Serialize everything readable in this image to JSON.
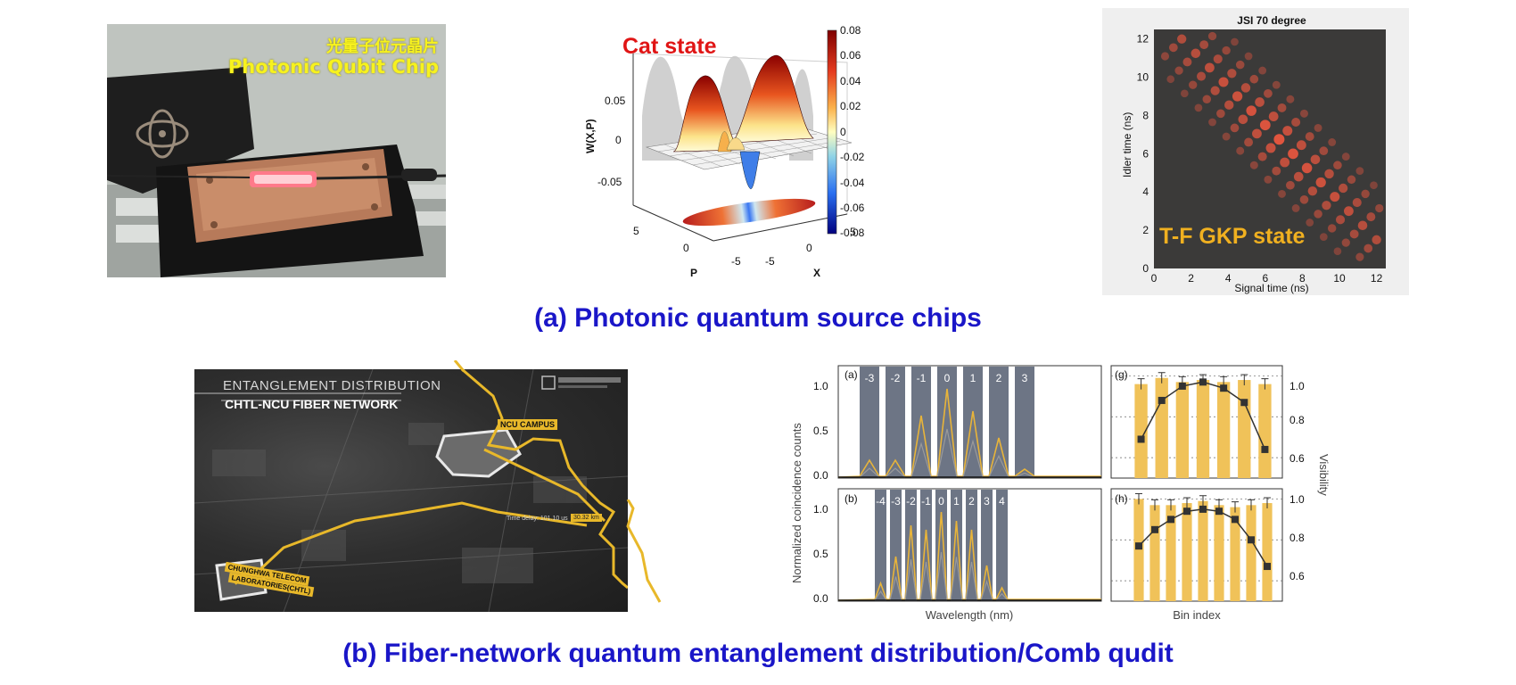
{
  "panel_a": {
    "chip_label_cn": "光量子位元晶片",
    "chip_label_en": "Photonic Qubit Chip",
    "cat": {
      "title": "Cat state",
      "z_label": "W(X,P)",
      "z_ticks": [
        "0.05",
        "0",
        "-0.05"
      ],
      "p_label": "P",
      "x_label": "X",
      "p_ticks": [
        "5",
        "0",
        "-5"
      ],
      "x_ticks": [
        "-5",
        "0",
        "5"
      ],
      "colorbar_ticks": [
        "0.08",
        "0.06",
        "0.04",
        "0.02",
        "0",
        "-0.02",
        "-0.04",
        "-0.06",
        "-0.08"
      ]
    },
    "jsi": {
      "title": "JSI 70 degree",
      "ylabel": "Idler time (ns)",
      "xlabel": "Signal time (ns)",
      "ticks": [
        "0",
        "2",
        "4",
        "6",
        "8",
        "10",
        "12"
      ],
      "overlay_label": "T-F GKP state"
    },
    "caption": "(a) Photonic quantum source chips"
  },
  "panel_b": {
    "map": {
      "heading": "ENTANGLEMENT DISTRIBUTION",
      "subheading": "CHTL-NCU FIBER NETWORK",
      "ncu_label": "NCU CAMPUS",
      "chtl_label_1": "CHUNGHWA TELECOM",
      "chtl_label_2": "LABORATORIES(CHTL)",
      "delay_label": "Time delay: 101.10 us",
      "distance_label": "30.32 km"
    },
    "spectrum": {
      "ylabel": "Normalized coincidence counts",
      "xlabel": "Wavelength (nm)",
      "y_ticks": [
        "1.0",
        "0.5",
        "0.0"
      ],
      "top_tag": "(a)",
      "bottom_tag": "(b)",
      "top_bins": [
        "-3",
        "-2",
        "-1",
        "0",
        "1",
        "2",
        "3"
      ],
      "bottom_bins": [
        "-4",
        "-3",
        "-2",
        "-1",
        "0",
        "1",
        "2",
        "3",
        "4"
      ]
    },
    "visibility": {
      "ylabel": "Visibility",
      "xlabel": "Bin index",
      "y_ticks": [
        "1.0",
        "0.8",
        "0.6"
      ],
      "top_tag": "(g)",
      "bottom_tag": "(h)"
    },
    "caption": "(b) Fiber-network quantum entanglement distribution/Comb qudit"
  },
  "chart_data": [
    {
      "type": "bar",
      "title": "",
      "xlabel": "",
      "ylabel": "Visibility",
      "categories": [
        "-3",
        "-2",
        "-1",
        "0",
        "1",
        "2",
        "3"
      ],
      "series": [
        {
          "values": [
            0.96,
            0.99,
            0.97,
            0.98,
            0.97,
            0.98,
            0.96
          ]
        },
        {
          "values": [
            0.69,
            0.88,
            0.95,
            0.97,
            0.94,
            0.87,
            0.64
          ]
        }
      ],
      "ylim": [
        0.5,
        1.05
      ]
    },
    {
      "type": "bar",
      "title": "",
      "xlabel": "Bin index",
      "ylabel": "Visibility",
      "categories": [
        "-4",
        "-3",
        "-2",
        "-1",
        "0",
        "1",
        "2",
        "3",
        "4"
      ],
      "series": [
        {
          "values": [
            1.0,
            0.97,
            0.97,
            0.98,
            0.99,
            0.97,
            0.96,
            0.97,
            0.98
          ]
        },
        {
          "values": [
            0.77,
            0.85,
            0.9,
            0.94,
            0.95,
            0.94,
            0.9,
            0.8,
            0.67
          ]
        }
      ],
      "ylim": [
        0.5,
        1.05
      ]
    }
  ]
}
